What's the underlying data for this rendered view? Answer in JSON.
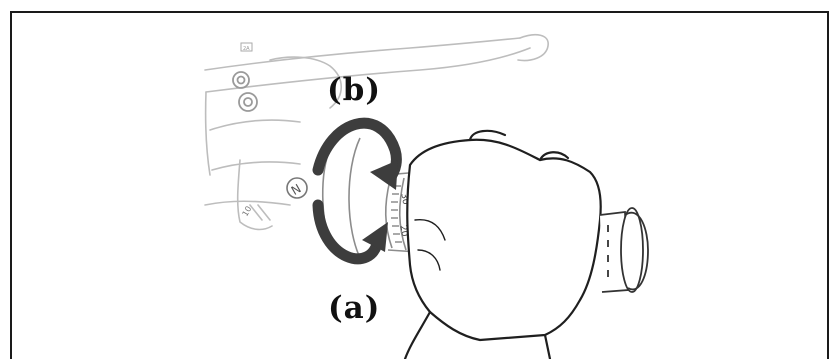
{
  "labels": {
    "b": "(b)",
    "a": "(a)"
  },
  "small_marks": {
    "top_box": "2A",
    "dial_numbers": [
      "30",
      "20",
      "10"
    ],
    "cap_numeral": "N"
  },
  "icons": [
    "rotation-arrow-icon",
    "counter-rotation-arrow-icon",
    "fist-icon",
    "adjuster-knob-icon"
  ],
  "colors": {
    "frame": "#1a1a1a",
    "line_art": "#bbbbbb",
    "ink": "#111111"
  }
}
